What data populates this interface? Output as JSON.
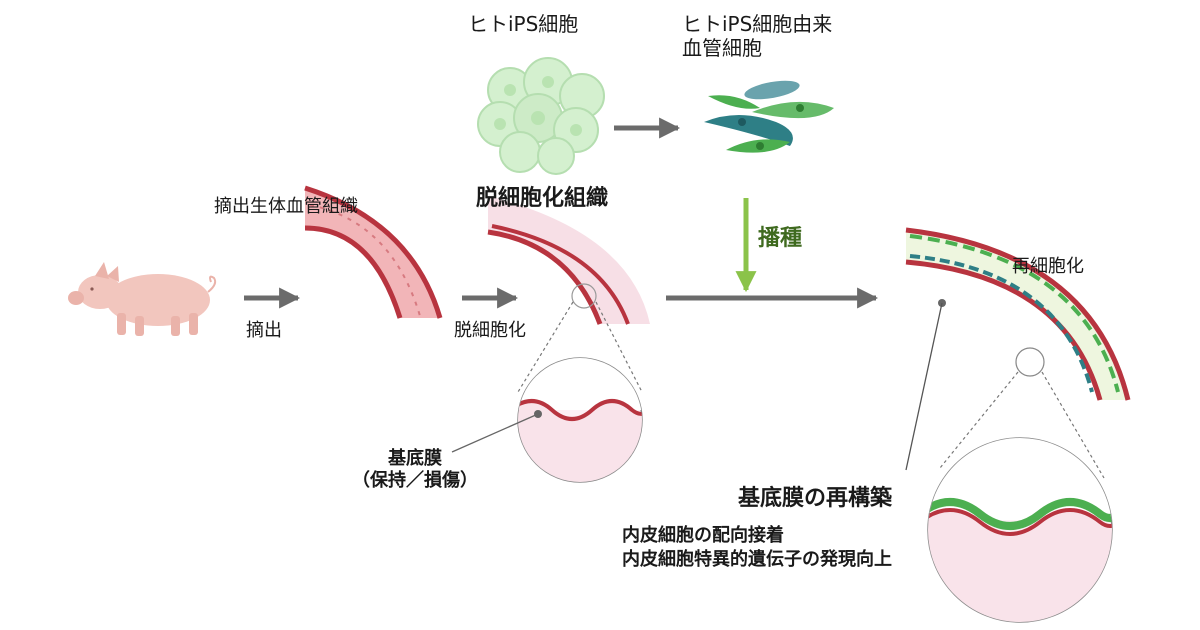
{
  "labels": {
    "ips_cells": "ヒトiPS細胞",
    "ips_derived": "ヒトiPS細胞由来\n血管細胞",
    "extracted_vessel": "摘出生体血管組織",
    "extraction": "摘出",
    "decell_tissue": "脱細胞化組織",
    "decellularization": "脱細胞化",
    "seeding": "播種",
    "recellularization": "再細胞化",
    "basement_membrane": "基底膜\n（保持／損傷）",
    "reconstruction": "基底膜の再構築",
    "findings": "内皮細胞の配向接着\n内皮細胞特異的遺伝子の発現向上"
  },
  "colors": {
    "vessel_wall": "#b8343f",
    "vessel_fill": "#f2b5b8",
    "decell_fill": "#f7dfe6",
    "arrow_gray": "#6b6b6b",
    "arrow_green": "#8bc34a",
    "seed_text": "#3f6a1f",
    "ips_cell": "#cfeecd",
    "endothelial_green": "#4caf50",
    "endothelial_teal": "#2e7f86",
    "recell_fill": "#eef6df"
  }
}
